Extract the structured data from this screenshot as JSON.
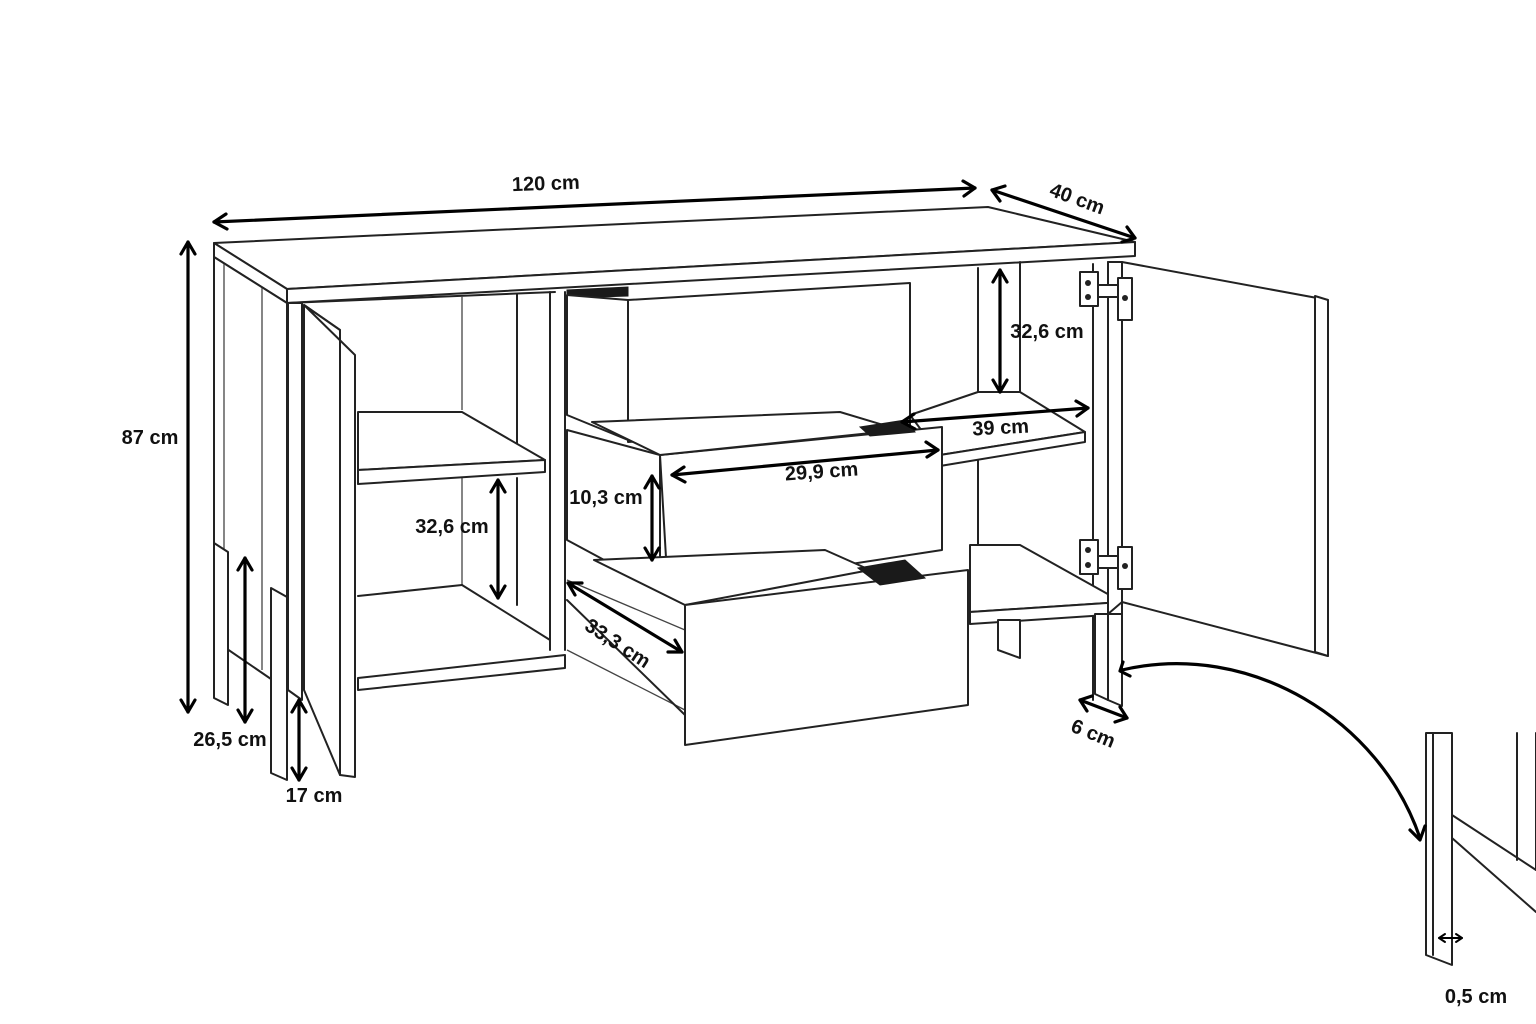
{
  "dimensions": {
    "width": "120 cm",
    "depth": "40 cm",
    "height": "87 cm",
    "shelf_height_right": "32,6 cm",
    "shelf_depth": "39 cm",
    "drawer_width": "29,9 cm",
    "drawer_height": "10,3 cm",
    "shelf_height_left": "32,6 cm",
    "drawer_depth": "33,3 cm",
    "leg_height_rear": "26,5 cm",
    "leg_height_front": "17 cm",
    "leg_width": "6 cm",
    "leg_thickness": "0,5 cm"
  }
}
